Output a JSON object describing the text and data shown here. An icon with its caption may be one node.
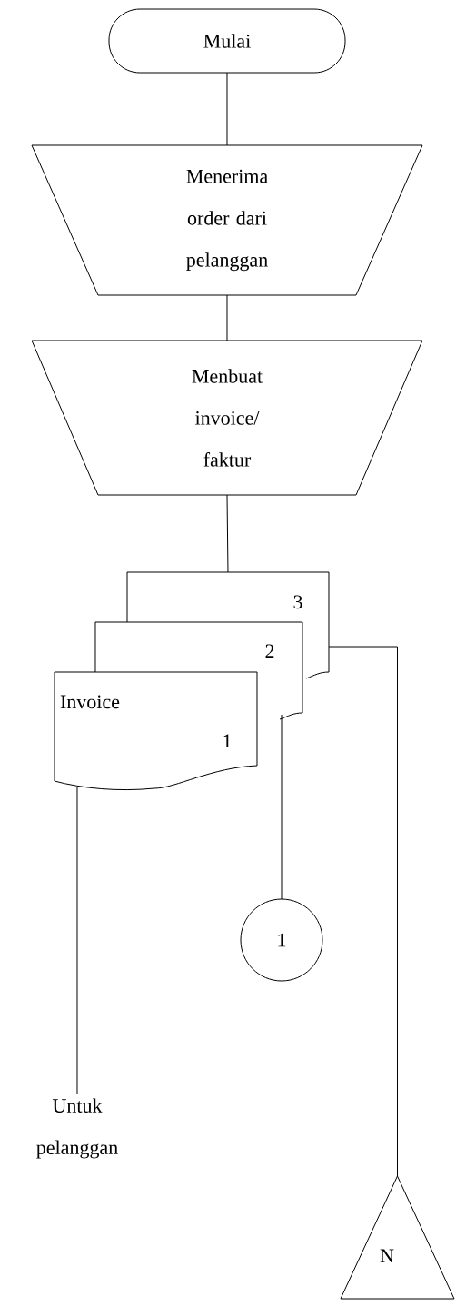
{
  "diagram": {
    "nodes": [
      {
        "text": [
          "Mulai"
        ]
      },
      {
        "text": [
          "Menerima order dari pelanggan"
        ]
      },
      {
        "text": [
          "Menbuat invoice/ faktur"
        ]
      },
      {
        "text": [
          "3"
        ]
      },
      {
        "text": [
          "2"
        ]
      },
      {
        "text": [
          "Invoice",
          "1"
        ]
      },
      {
        "text": [
          "1"
        ]
      },
      {
        "text": [
          "Untuk pelanggan"
        ]
      },
      {
        "text": [
          "N"
        ]
      }
    ],
    "edges": [
      {
        "from": 0,
        "to": 1,
        "arrow": "none"
      },
      {
        "from": 1,
        "to": 2,
        "arrow": "none"
      },
      {
        "from": 2,
        "to": 3,
        "arrow": "none"
      },
      {
        "from": 4,
        "to": 6,
        "arrow": "none"
      },
      {
        "from": 5,
        "to": 7,
        "arrow": "none"
      },
      {
        "from": 3,
        "to": 8,
        "arrow": "none"
      }
    ]
  }
}
